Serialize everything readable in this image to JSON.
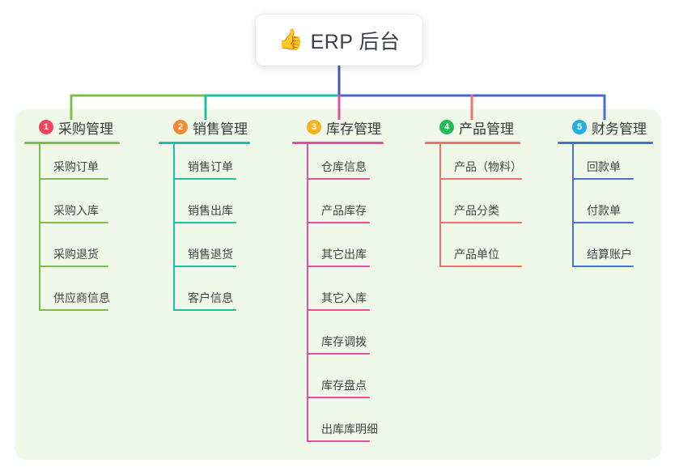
{
  "root": {
    "icon": "thumbs-up-icon",
    "icon_glyph": "👍",
    "label": "ERP 后台"
  },
  "palette": {
    "panel_bg": "#eff8e9",
    "root_stem": "#4255c5",
    "branch_green": "#7cc04b",
    "branch_teal": "#1bc3a4",
    "branch_pink": "#ea4d9b",
    "branch_red": "#f4706a",
    "branch_blue": "#4a6fd0",
    "bar_left_green": "#7cc04b",
    "bar_mid_teal": "#1bc3a4",
    "bar_right_blue": "#4d63c8"
  },
  "branches": [
    {
      "index": "1",
      "badge_color": "#f0455f",
      "line_color": "#7cc04b",
      "title": "采购管理",
      "items": [
        "采购订单",
        "采购入库",
        "采购退货",
        "供应商信息"
      ]
    },
    {
      "index": "2",
      "badge_color": "#f08b33",
      "line_color": "#1bc3a4",
      "title": "销售管理",
      "items": [
        "销售订单",
        "销售出库",
        "销售退货",
        "客户信息"
      ]
    },
    {
      "index": "3",
      "badge_color": "#f5b323",
      "line_color": "#ea4d9b",
      "title": "库存管理",
      "items": [
        "仓库信息",
        "产品库存",
        "其它出库",
        "其它入库",
        "库存调拨",
        "库存盘点",
        "出库库明细"
      ]
    },
    {
      "index": "4",
      "badge_color": "#23b957",
      "line_color": "#f4706a",
      "title": "产品管理",
      "items": [
        "产品（物料）",
        "产品分类",
        "产品单位"
      ]
    },
    {
      "index": "5",
      "badge_color": "#22aee0",
      "line_color": "#4a6fd0",
      "title": "财务管理",
      "items": [
        "回款单",
        "付款单",
        "结算账户"
      ]
    }
  ]
}
